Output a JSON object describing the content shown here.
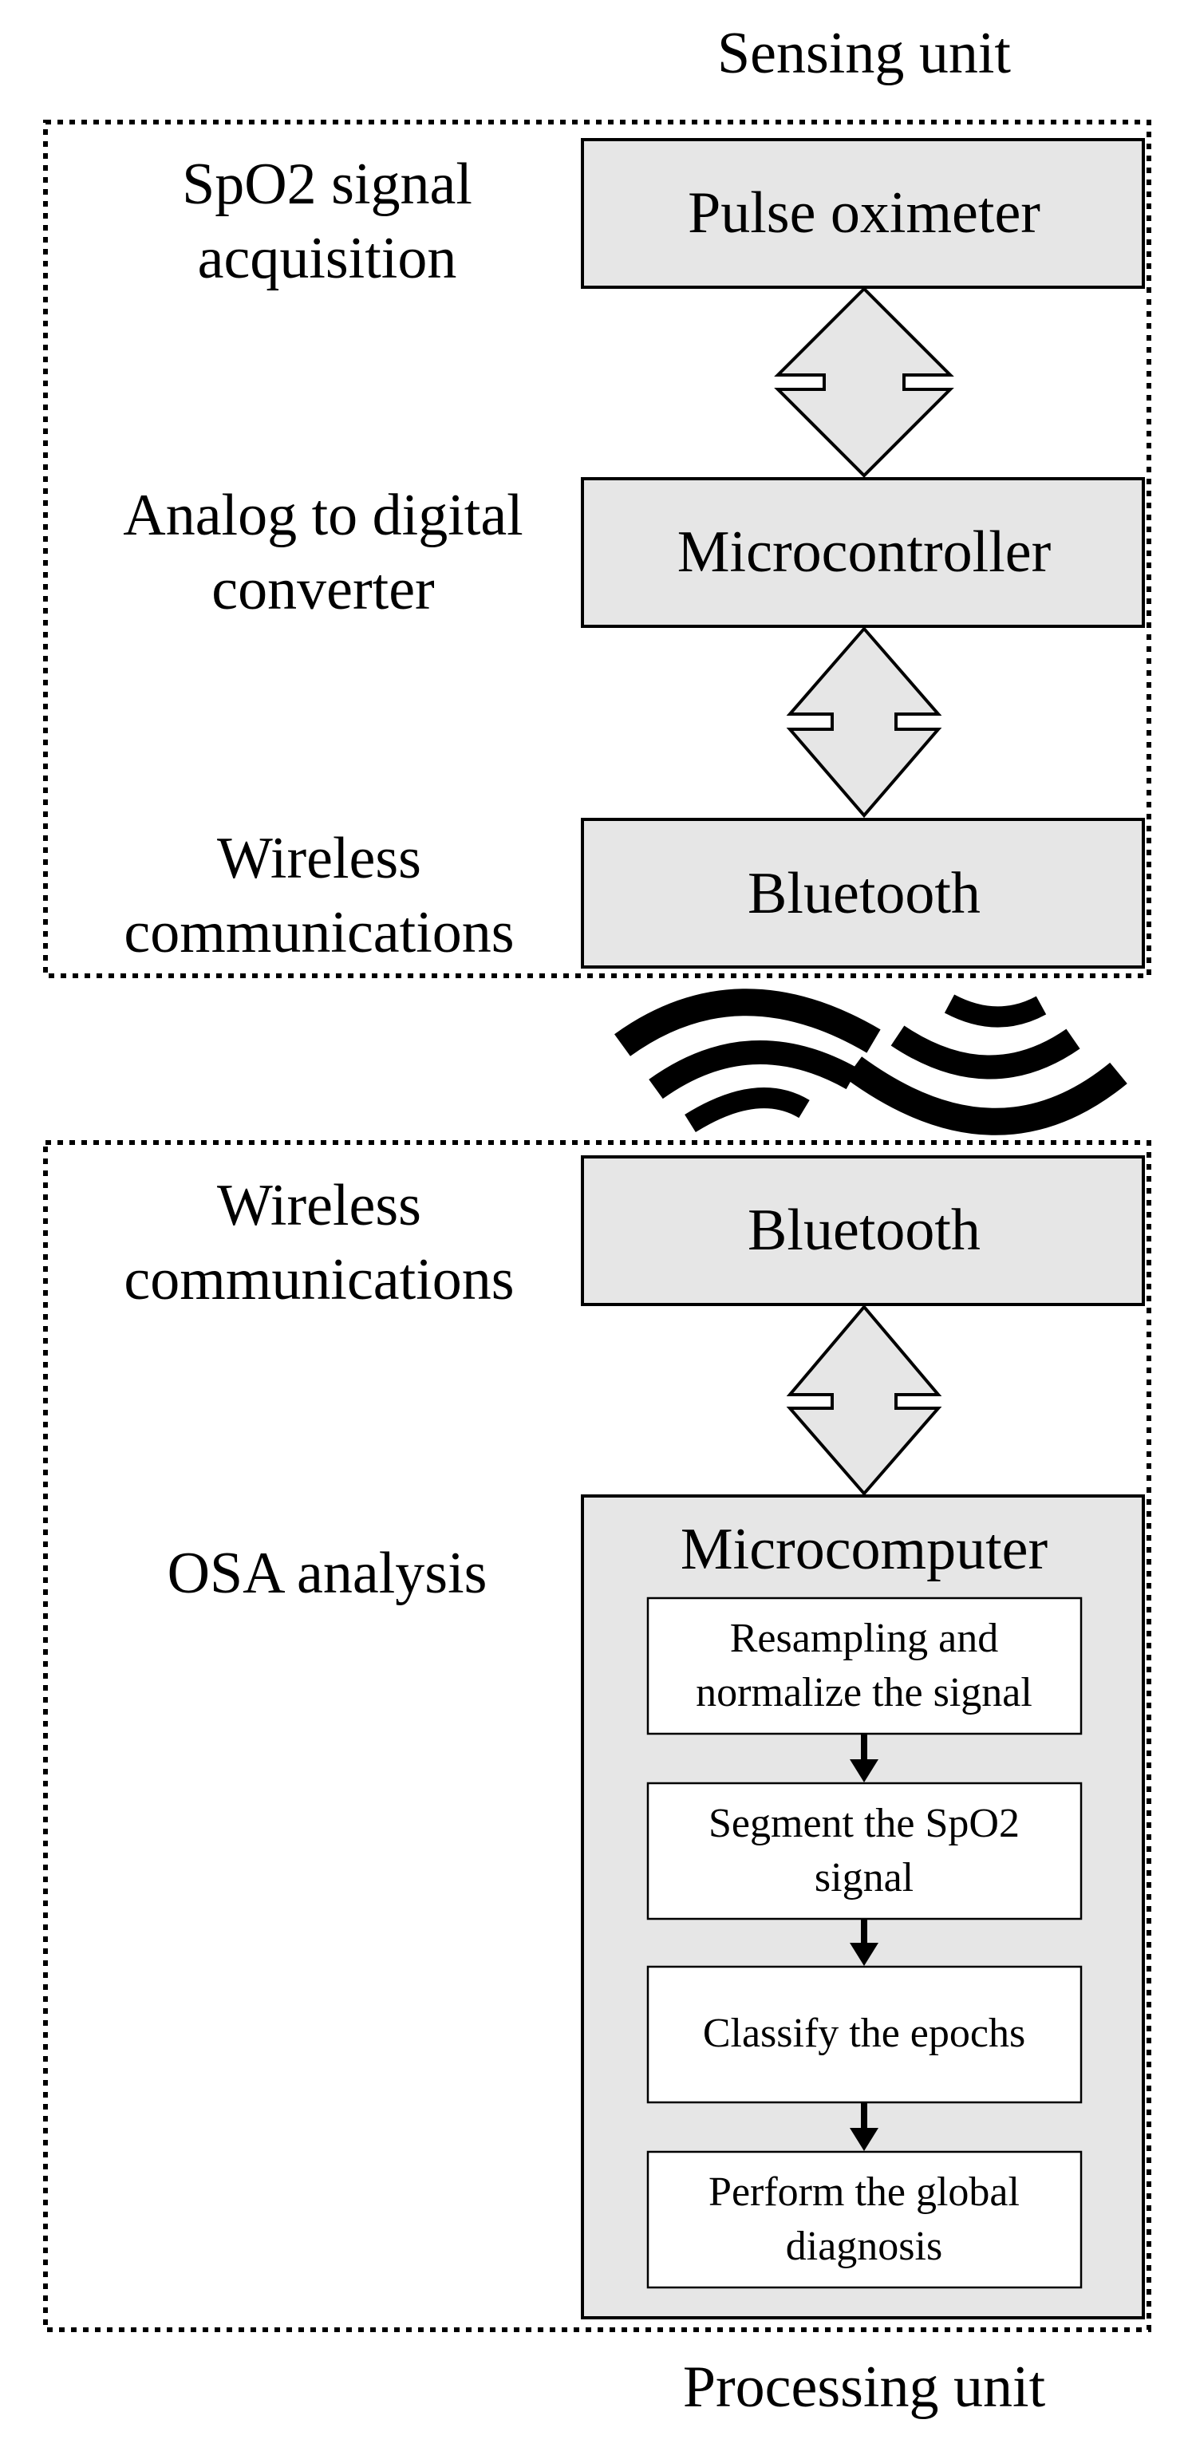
{
  "sensing_unit": {
    "title": "Sensing unit",
    "stage_labels": [
      "SpO2 signal\nacquisition",
      "Analog to digital\nconverter",
      "Wireless\ncommunications"
    ],
    "blocks": [
      "Pulse oximeter",
      "Microcontroller",
      "Bluetooth"
    ]
  },
  "processing_unit": {
    "title": "Processing unit",
    "stage_labels": [
      "Wireless\ncommunications",
      "OSA analysis"
    ],
    "blocks": [
      "Bluetooth"
    ],
    "microcomputer": {
      "title": "Microcomputer",
      "steps": [
        "Resampling and\nnormalize the signal",
        "Segment the SpO2\nsignal",
        "Classify the epochs",
        "Perform the global\ndiagnosis"
      ]
    }
  },
  "colors": {
    "block_fill": "#e6e6e6",
    "step_fill": "#ffffff",
    "stroke": "#000000"
  },
  "icons": [
    "wireless-signal-icon"
  ]
}
